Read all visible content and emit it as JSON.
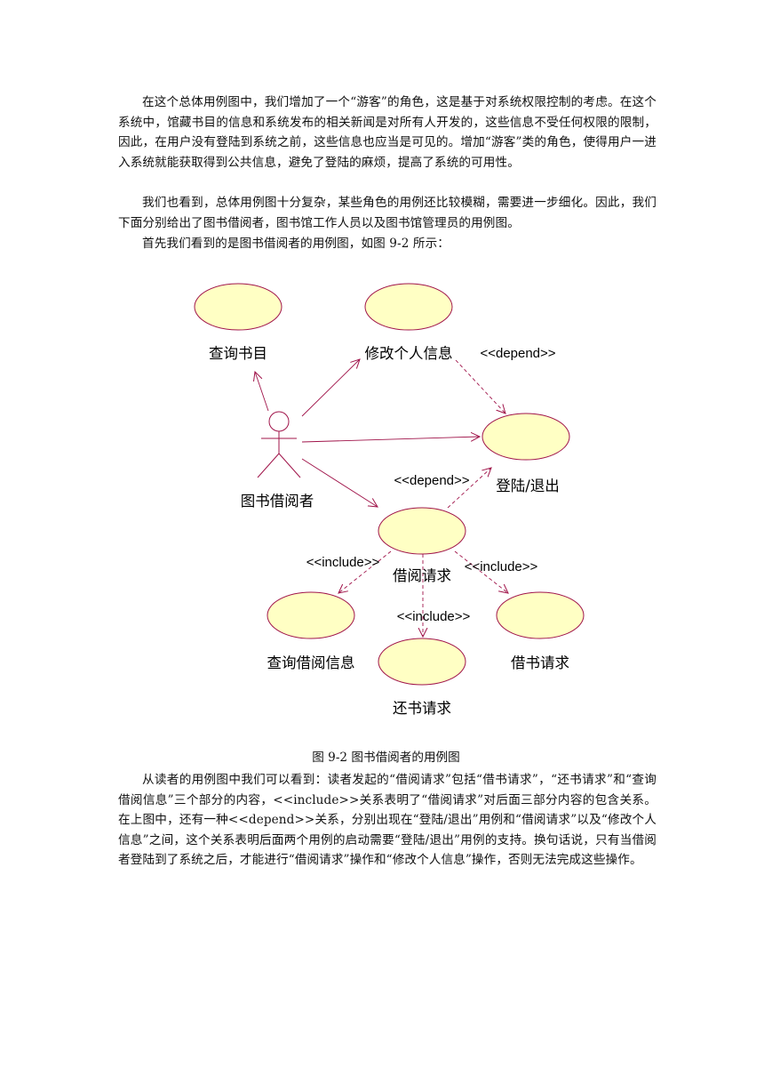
{
  "paragraphs": {
    "p1": "在这个总体用例图中，我们增加了一个“游客”的角色，这是基于对系统权限控制的考虑。在这个系统中，馆藏书目的信息和系统发布的相关新闻是对所有人开发的，这些信息不受任何权限的限制，因此，在用户没有登陆到系统之前，这些信息也应当是可见的。增加“游客”类的角色，使得用户一进入系统就能获取得到公共信息，避免了登陆的麻烦，提高了系统的可用性。",
    "p2": "我们也看到，总体用例图十分复杂，某些角色的用例还比较模糊，需要进一步细化。因此，我们下面分别给出了图书借阅者，图书馆工作人员以及图书馆管理员的用例图。",
    "p3": "首先我们看到的是图书借阅者的用例图，如图 9-2 所示：",
    "p4": "从读者的用例图中我们可以看到：读者发起的“借阅请求”包括“借书请求”，“还书请求”和“查询借阅信息”三个部分的内容，<<include>>关系表明了“借阅请求”对后面三部分内容的包含关系。在上图中，还有一种<<depend>>关系，分别出现在“登陆/退出”用例和“借阅请求”以及“修改个人信息”之间，这个关系表明后面两个用例的启动需要“登陆/退出”用例的支持。换句话说，只有当借阅者登陆到了系统之后，才能进行“借阅请求”操作和“修改个人信息”操作，否则无法完成这些操作。"
  },
  "diagram": {
    "actor": "图书借阅者",
    "use_cases": {
      "query_catalog": "查询书目",
      "modify_info": "修改个人信息",
      "login_logout": "登陆/退出",
      "borrow_request": "借阅请求",
      "query_borrow_info": "查询借阅信息",
      "return_request": "还书请求",
      "lend_request": "借书请求"
    },
    "stereotypes": {
      "depend_1": "<<depend>>",
      "depend_2": "<<depend>>",
      "include_left": "<<include>>",
      "include_right": "<<include>>",
      "include_mid": "<<include>>"
    },
    "colors": {
      "ellipse_fill": "#ffffc4",
      "line": "#a0144a"
    }
  },
  "caption": "图 9-2  图书借阅者的用例图"
}
